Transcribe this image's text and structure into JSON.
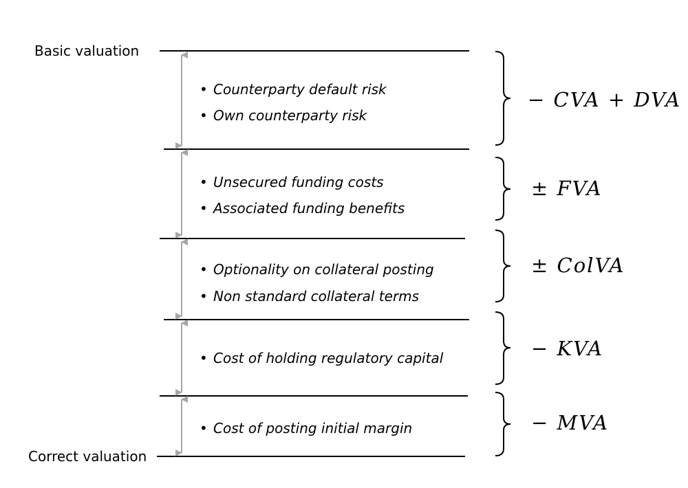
{
  "labels": {
    "top": "Basic valuation",
    "bottom": "Correct valuation"
  },
  "sections": [
    {
      "bullets": [
        "Counterparty default risk",
        "Own counterparty risk"
      ],
      "adjustment": "− CVA + DVA"
    },
    {
      "bullets": [
        "Unsecured funding costs",
        "Associated funding benefits"
      ],
      "adjustment": "± FVA"
    },
    {
      "bullets": [
        "Optionality on collateral posting",
        "Non standard collateral terms"
      ],
      "adjustment": "± ColVA"
    },
    {
      "bullets": [
        "Cost of holding regulatory capital"
      ],
      "adjustment": "− KVA"
    },
    {
      "bullets": [
        "Cost of posting initial margin"
      ],
      "adjustment": "− MVA"
    }
  ],
  "colors": {
    "lines": "#000000",
    "arrows": "#a6a6a6"
  },
  "icons": {
    "bullet": "•"
  }
}
